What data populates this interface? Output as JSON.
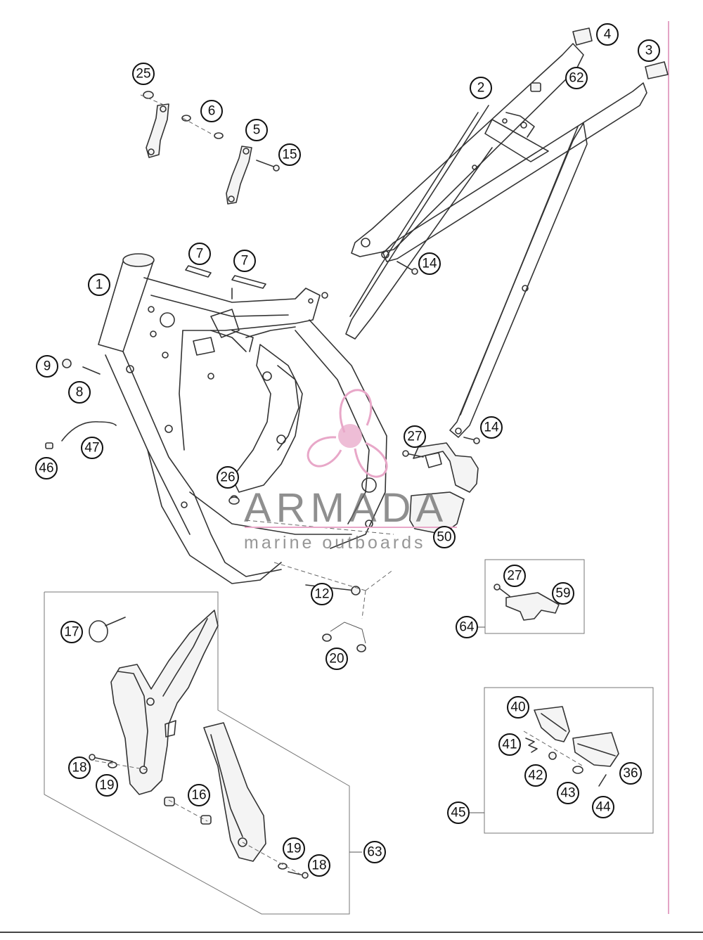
{
  "callouts": [
    "1",
    "2",
    "3",
    "4",
    "5",
    "6",
    "7",
    "7",
    "8",
    "9",
    "12",
    "14",
    "14",
    "15",
    "16",
    "17",
    "18",
    "18",
    "19",
    "19",
    "20",
    "25",
    "26",
    "27",
    "27",
    "36",
    "40",
    "41",
    "42",
    "43",
    "44",
    "45",
    "46",
    "47",
    "50",
    "59",
    "62",
    "63",
    "64"
  ],
  "watermark": {
    "brand": "ARMADA",
    "tagline": "marine outboards",
    "colors": {
      "logo": "#e8a7c8",
      "text": "#6a6a6a",
      "rule": "#e8a7c8"
    }
  },
  "colors": {
    "edge_accent": "#e4a5c6",
    "line": "#333333"
  }
}
